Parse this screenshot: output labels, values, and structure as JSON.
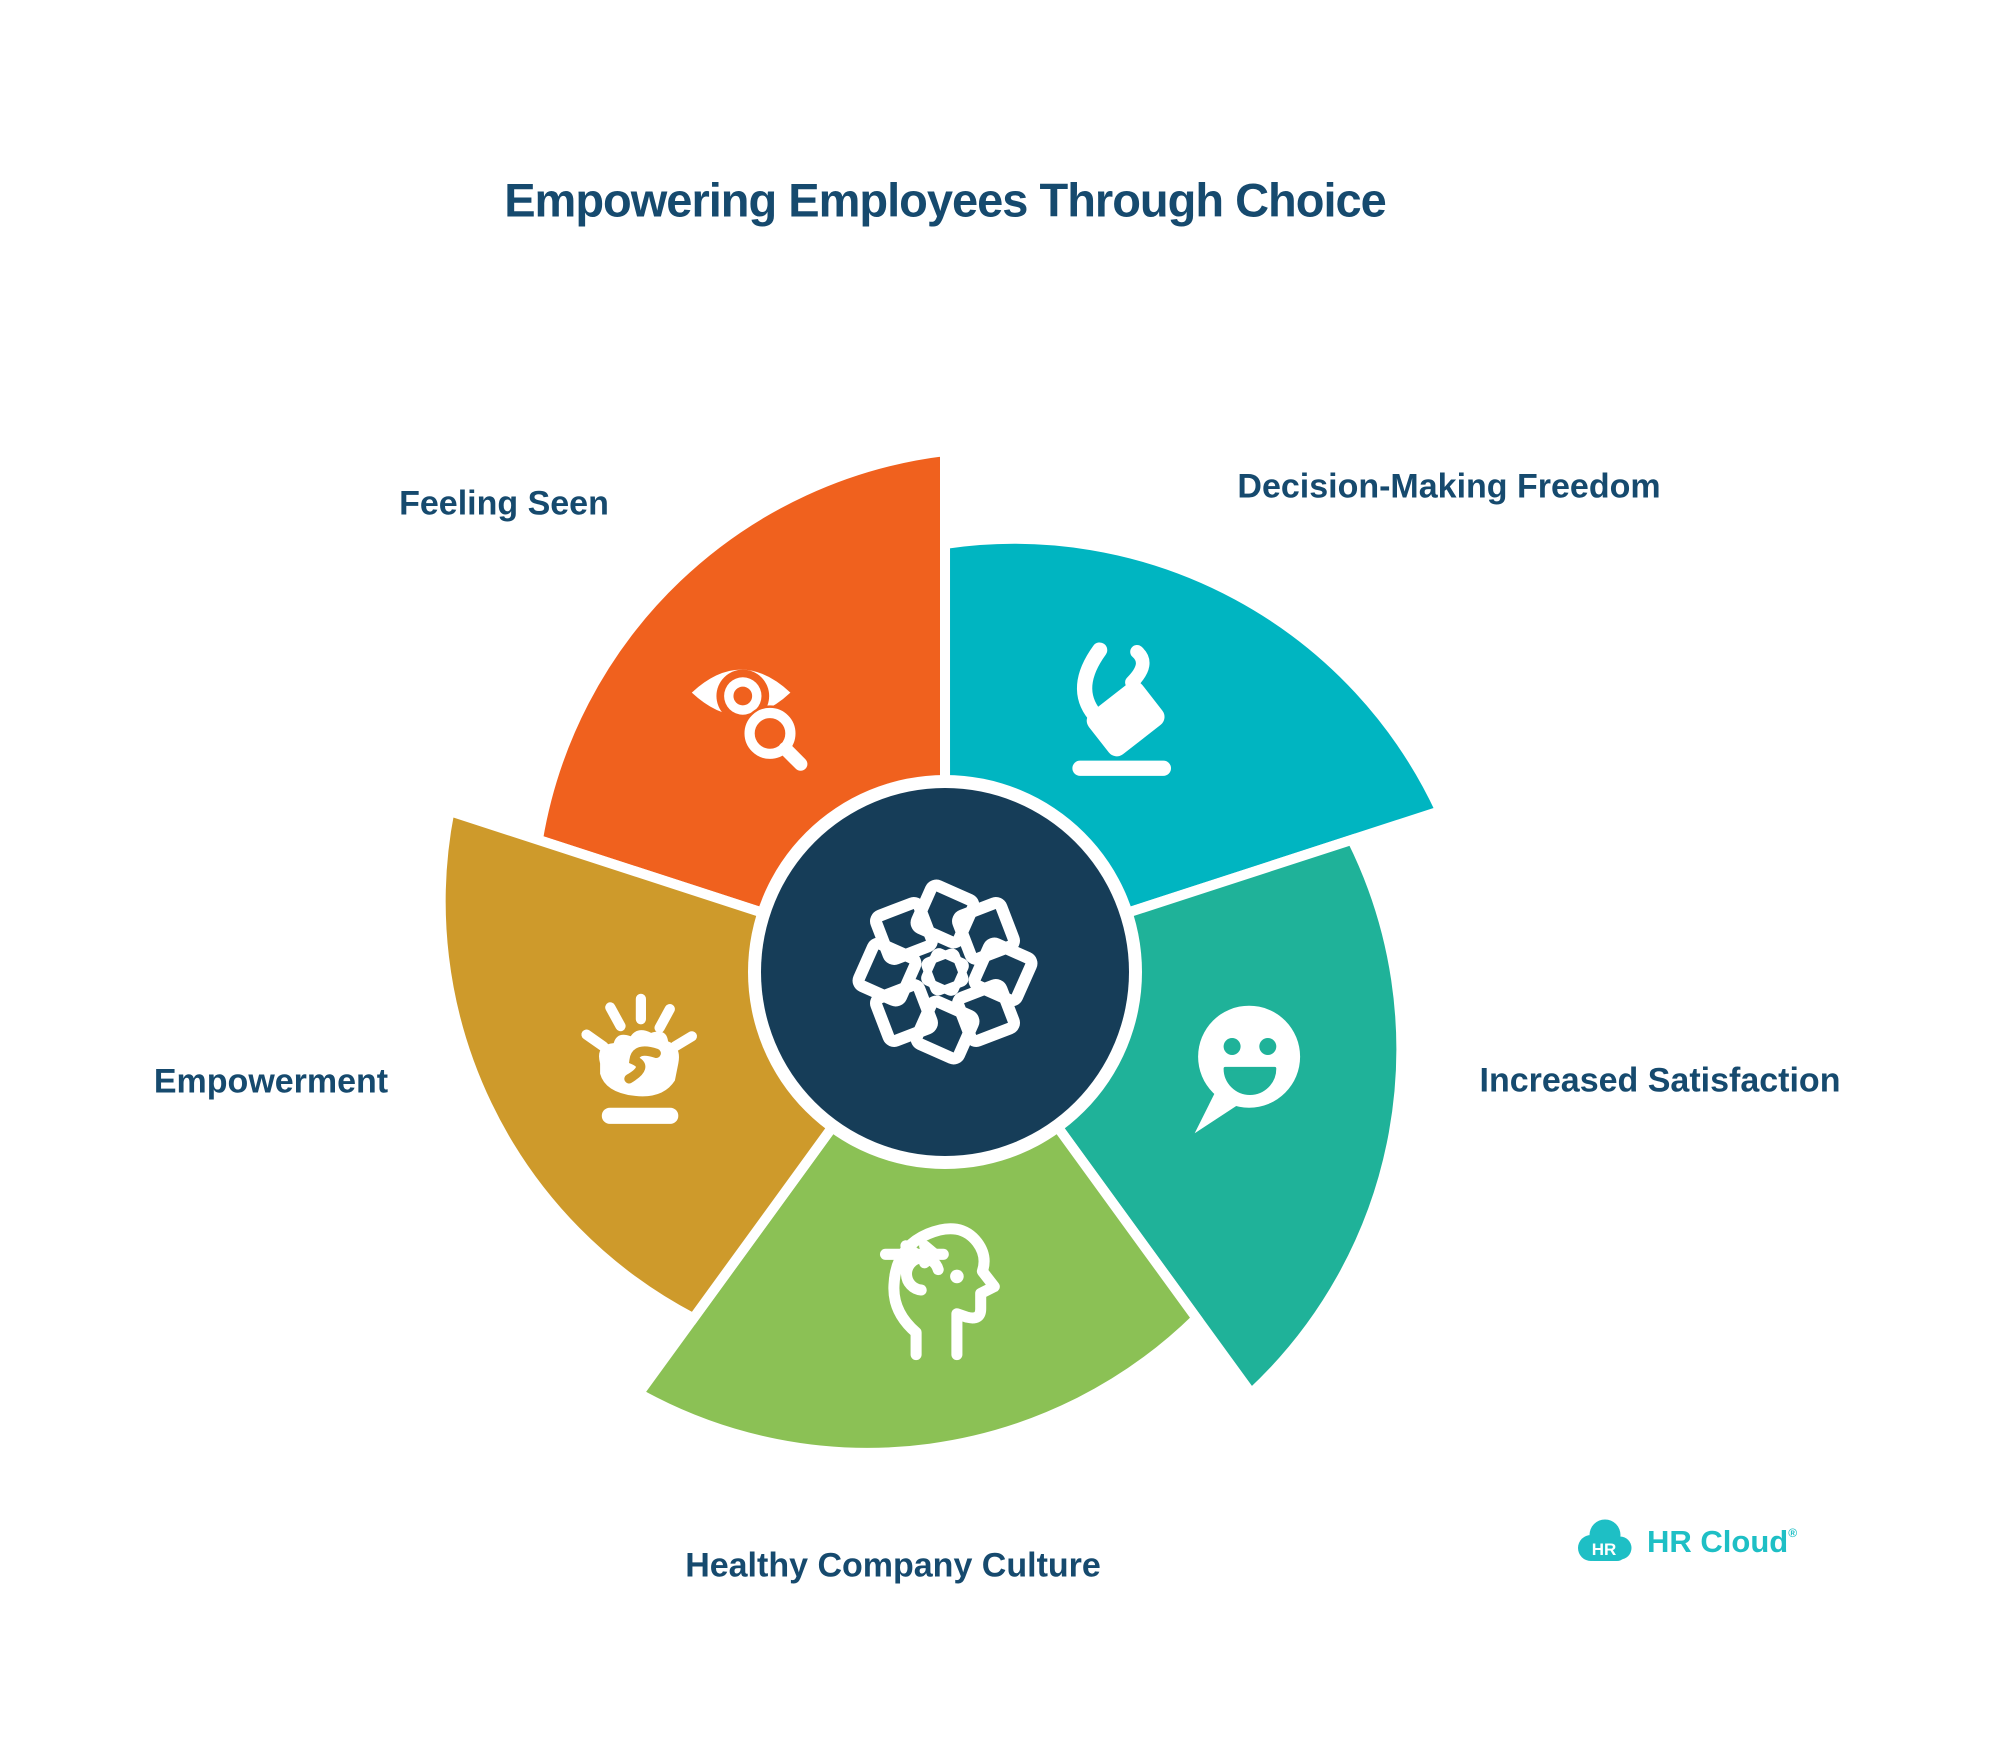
{
  "title": "Empowering Employees Through Choice",
  "text_color": "#164A6E",
  "wheel": {
    "center_icon": "rosette-pinwheel-icon",
    "center_color": "#163D58",
    "gap_color": "#FFFFFF",
    "icon_color": "#FFFFFF",
    "segments": [
      {
        "label": "Feeling Seen",
        "color": "#F0611E",
        "icon": "eye-search"
      },
      {
        "label": "Decision-Making Freedom",
        "color": "#00B5C1",
        "icon": "ballot-vote"
      },
      {
        "label": "Increased Satisfaction",
        "color": "#1FB299",
        "icon": "smiley-bubble"
      },
      {
        "label": "Healthy Company Culture",
        "color": "#8BC155",
        "icon": "mind-head"
      },
      {
        "label": "Empowerment",
        "color": "#CE9A2B",
        "icon": "raised-fist"
      }
    ]
  },
  "logo": {
    "badge_text": "HR",
    "brand_text": "HR Cloud",
    "registered_mark": "®",
    "color": "#1EBFC5"
  }
}
